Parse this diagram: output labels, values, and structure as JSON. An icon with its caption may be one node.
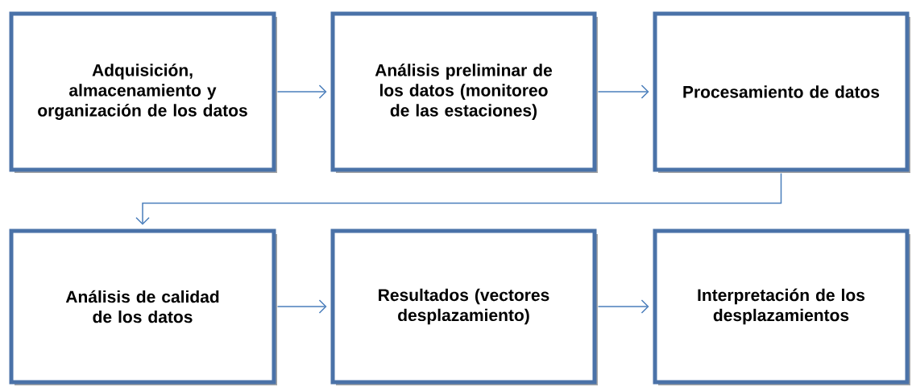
{
  "diagram": {
    "nodes": [
      {
        "text": [
          "Adquisición, almacenamiento y organización de los datos"
        ]
      },
      {
        "text": [
          "Análisis preliminar de los datos (monitoreo de las estaciones)"
        ]
      },
      {
        "text": [
          "Procesamiento de datos"
        ]
      },
      {
        "text": [
          "Análisis de calidad de los datos"
        ]
      },
      {
        "text": [
          "Resultados (vectores desplazamiento)"
        ]
      },
      {
        "text": [
          "Interpretación de los desplazamientos"
        ]
      }
    ],
    "edges": [
      {
        "from": 0,
        "to": 1,
        "arrow": "to"
      },
      {
        "from": 1,
        "to": 2,
        "arrow": "to"
      },
      {
        "from": 2,
        "to": 3,
        "arrow": "to"
      },
      {
        "from": 3,
        "to": 4,
        "arrow": "to"
      },
      {
        "from": 4,
        "to": 5,
        "arrow": "to"
      }
    ]
  }
}
